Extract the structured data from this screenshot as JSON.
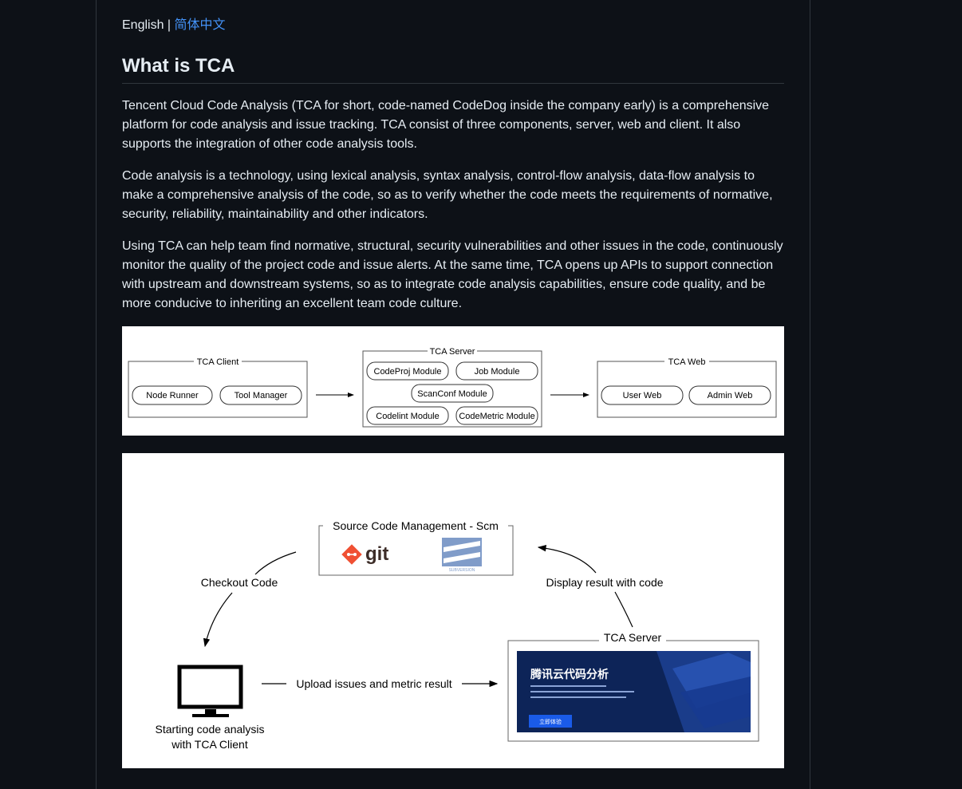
{
  "language_switch": {
    "current": "English",
    "separator": " | ",
    "alternate": "简体中文"
  },
  "heading": "What is TCA",
  "paragraphs": [
    "Tencent Cloud Code Analysis (TCA for short, code-named CodeDog inside the company early) is a comprehensive platform for code analysis and issue tracking. TCA consist of three components, server, web and client. It also supports the integration of other code analysis tools.",
    "Code analysis is a technology, using lexical analysis, syntax analysis, control-flow analysis, data-flow analysis to make a comprehensive analysis of the code, so as to verify whether the code meets the requirements of normative, security, reliability, maintainability and other indicators.",
    "Using TCA can help team find normative, structural, security vulnerabilities and other issues in the code, continuously monitor the quality of the project code and issue alerts. At the same time, TCA opens up APIs to support connection with upstream and downstream systems, so as to integrate code analysis capabilities, ensure code quality, and be more conducive to inheriting an excellent team code culture."
  ],
  "architecture": {
    "client": {
      "title": "TCA Client",
      "modules": [
        "Node Runner",
        "Tool Manager"
      ]
    },
    "server": {
      "title": "TCA Server",
      "modules": [
        "CodeProj Module",
        "Job Module",
        "ScanConf Module",
        "Codelint Module",
        "CodeMetric Module"
      ]
    },
    "web": {
      "title": "TCA Web",
      "modules": [
        "User Web",
        "Admin Web"
      ]
    }
  },
  "workflow": {
    "scm_title": "Source Code Management - Scm",
    "git_label": "git",
    "svn_label": "SUBVERSION",
    "checkout_label": "Checkout Code",
    "display_label": "Display result with code",
    "server_title": "TCA Server",
    "server_banner_title": "腾讯云代码分析",
    "server_banner_button": "立即体验",
    "upload_label": "Upload issues and metric result",
    "client_label_line1": "Starting code analysis",
    "client_label_line2": "with TCA Client"
  },
  "colors": {
    "page_bg": "#0d1117",
    "text": "#e6edf3",
    "link": "#4493f8",
    "border": "#30363d",
    "git_orange": "#f05033",
    "banner_bg": "#0d2458",
    "banner_button": "#1a5be8"
  },
  "icons": [
    "git-logo-icon",
    "subversion-logo-icon",
    "monitor-icon"
  ]
}
